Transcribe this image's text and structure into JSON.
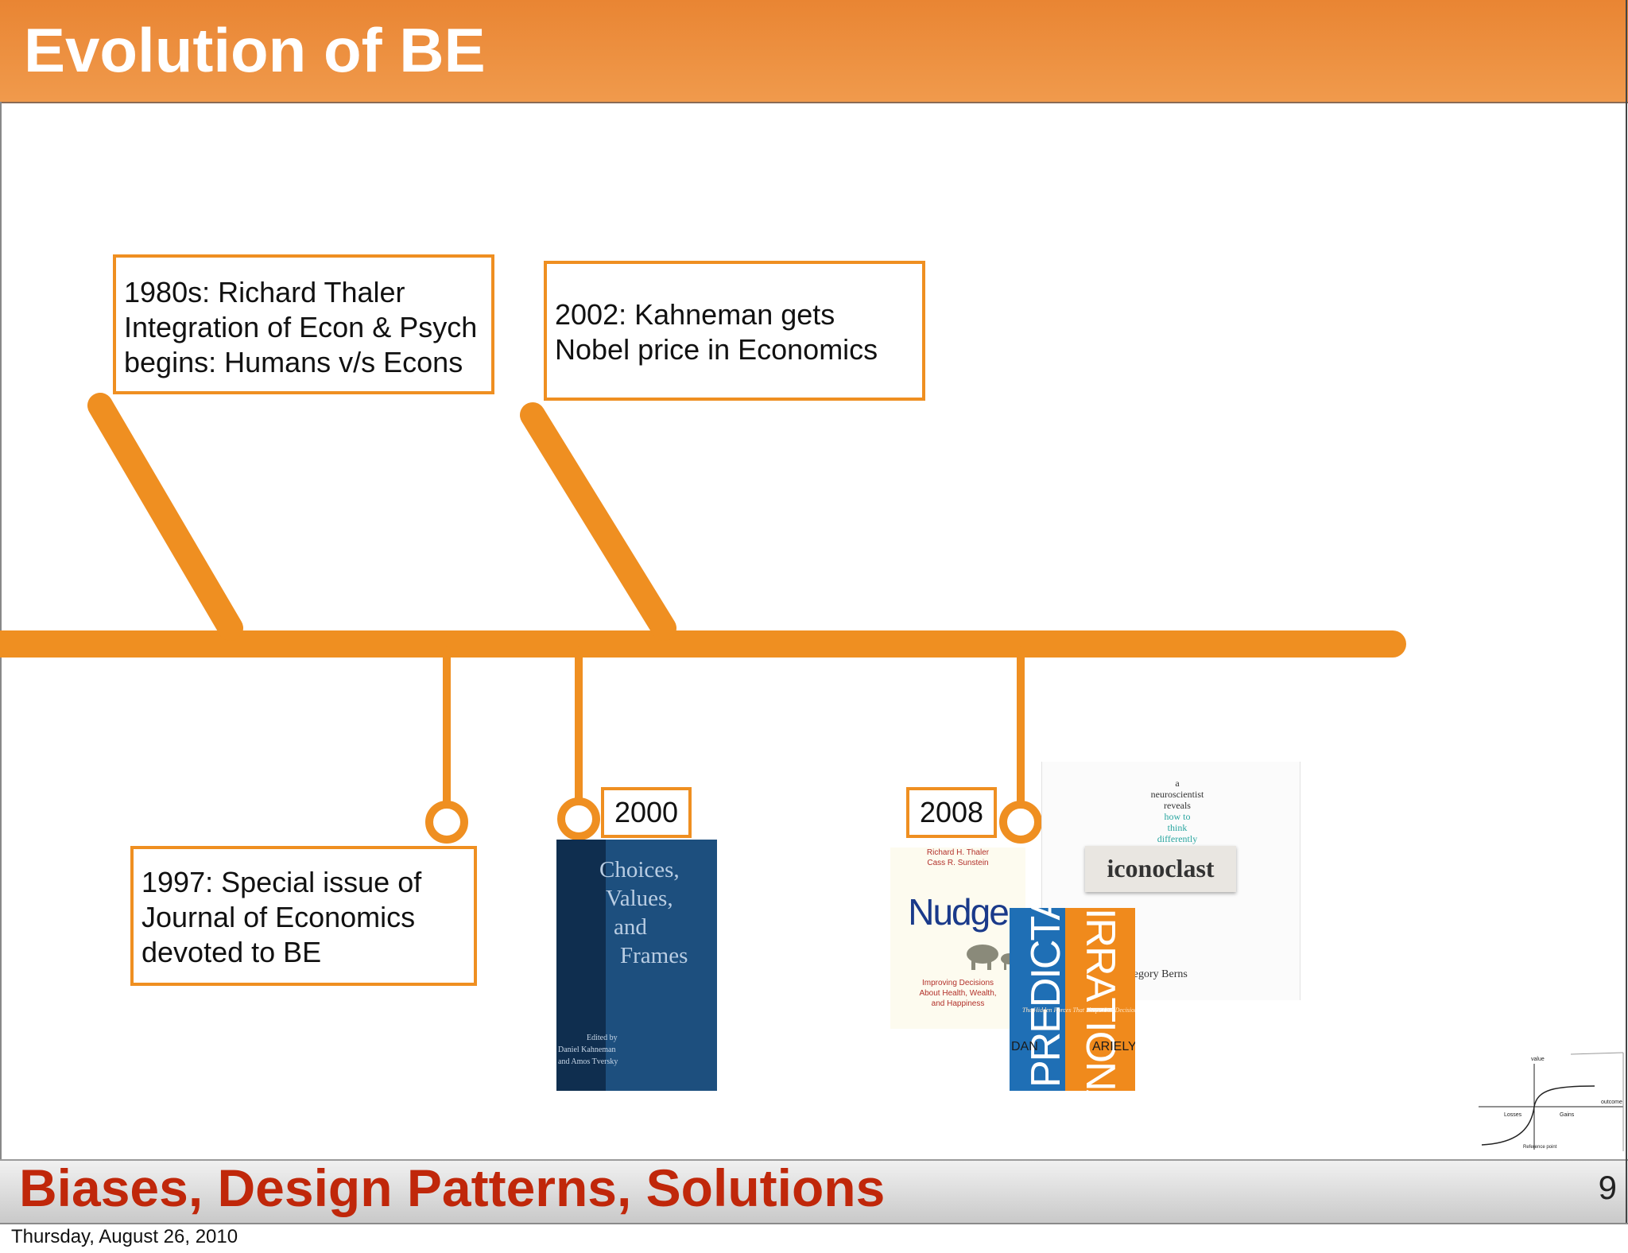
{
  "header": {
    "title": "Evolution of BE"
  },
  "footer": {
    "title": "Biases, Design Patterns, Solutions",
    "page_number": "9"
  },
  "date_stamp": "Thursday, August 26, 2010",
  "colors": {
    "accent": "#ef8f21",
    "header": "#ec8c3e",
    "footer_text": "#c0270a"
  },
  "events": {
    "thaler": {
      "lines": [
        "1980s: Richard Thaler",
        "Integration of Econ & Psych",
        "begins: Humans v/s Econs"
      ]
    },
    "kahneman": {
      "lines": [
        "2002: Kahneman gets",
        "Nobel price in Economics"
      ]
    },
    "journal": {
      "lines": [
        "1997: Special issue of",
        "Journal of Economics",
        "devoted to BE"
      ]
    },
    "year_2000": "2000",
    "year_2008": "2008"
  },
  "books": {
    "choices": {
      "title_lines": [
        "Choices,",
        "Values,",
        "and",
        "Frames"
      ],
      "credit_lines": [
        "Edited by",
        "Daniel Kahneman",
        "and Amos Tversky"
      ]
    },
    "nudge": {
      "authors": [
        "Richard H. Thaler",
        "Cass R. Sunstein"
      ],
      "title": "Nudge",
      "subtitle_lines": [
        "Improving Decisions",
        "About Health, Wealth,",
        "and Happiness"
      ]
    },
    "predictably": {
      "word1": "PREDICTABLY",
      "word2": "IRRATIONAL",
      "author_first": "DAN",
      "author_last": "ARIELY",
      "tagline": "The Hidden Forces That Shape Our Decisions"
    },
    "iconoclast": {
      "top_lines": [
        "a",
        "neuroscientist",
        "reveals",
        "how to",
        "think",
        "differently"
      ],
      "title": "iconoclast",
      "author": "Gregory Berns"
    }
  },
  "value_graph": {
    "value_label": "value",
    "outcome_label": "outcome",
    "losses_label": "Losses",
    "gains_label": "Gains",
    "ref_label": "Reference point"
  }
}
